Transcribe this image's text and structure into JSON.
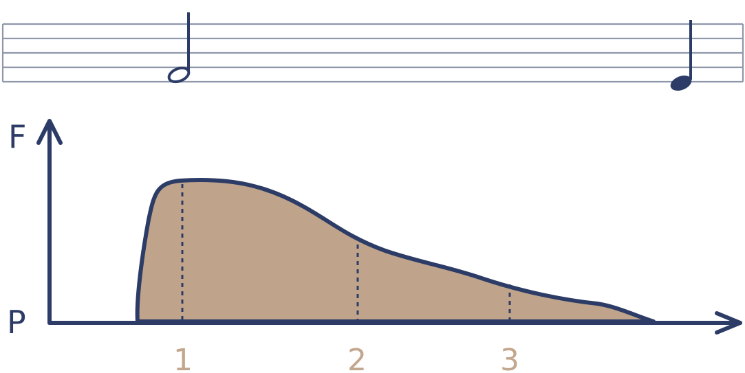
{
  "colors": {
    "navy": "#2c3c66",
    "staff": "#8f97ab",
    "fill": "#bfa48b",
    "tick_text": "#c2a68d"
  },
  "staff": {
    "lines": 5,
    "notes": [
      {
        "type": "half-note",
        "stem": "up"
      },
      {
        "type": "quarter-note",
        "stem": "up"
      }
    ]
  },
  "chart": {
    "y_axis_label": "F",
    "x_axis_label": "P",
    "ticks": [
      "1",
      "2",
      "3"
    ]
  }
}
